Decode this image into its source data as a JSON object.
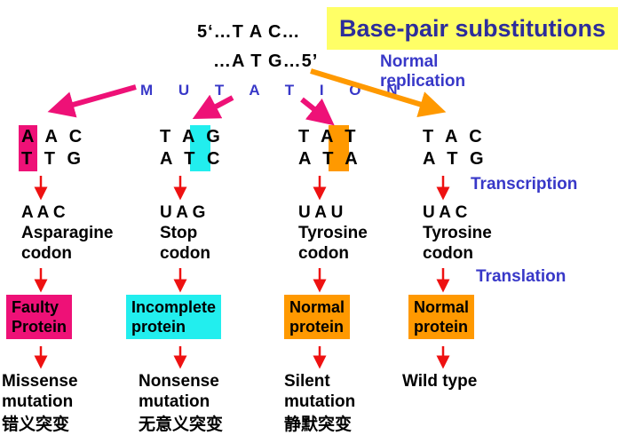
{
  "title": "Base-pair substitutions",
  "top_strand": "5‘…T A C…",
  "bottom_strand": "…A T G…5’",
  "mutation_label": "M U T A T I O N",
  "normal_replication": [
    "Normal",
    "replication"
  ],
  "transcription_label": "Transcription",
  "translation_label": "Translation",
  "colors": {
    "magenta": "#ee1177",
    "cyan": "#22eeee",
    "orange": "#ff9900",
    "red": "#ee1111",
    "blue": "#3838c8",
    "yellow": "#ffff66"
  },
  "columns": [
    {
      "dna_top": "AAC",
      "dna_bottom": "TTG",
      "highlight_index": 0,
      "mrna": "A A C",
      "aa": "Asparagine",
      "codon": "codon",
      "protein": [
        "Faulty",
        "Protein"
      ],
      "result": [
        "Missense",
        "mutation"
      ],
      "chinese": "错义突变"
    },
    {
      "dna_top": "TAG",
      "dna_bottom": "ATC",
      "highlight_index": 2,
      "mrna": "U A G",
      "aa": "Stop",
      "codon": "codon",
      "protein": [
        "Incomplete",
        "protein"
      ],
      "result": [
        "Nonsense",
        "mutation"
      ],
      "chinese": "无意义突变"
    },
    {
      "dna_top": "TAT",
      "dna_bottom": "ATA",
      "highlight_index": 2,
      "mrna": "U A U",
      "aa": "Tyrosine",
      "codon": "codon",
      "protein": [
        "Normal",
        "protein"
      ],
      "result": [
        "Silent",
        "mutation"
      ],
      "chinese": "静默突变"
    },
    {
      "dna_top": "TAC",
      "dna_bottom": "ATG",
      "highlight_index": null,
      "mrna": "U A C",
      "aa": "Tyrosine",
      "codon": "codon",
      "protein": [
        "Normal",
        "protein"
      ],
      "result": [
        "Wild type"
      ],
      "chinese": ""
    }
  ]
}
